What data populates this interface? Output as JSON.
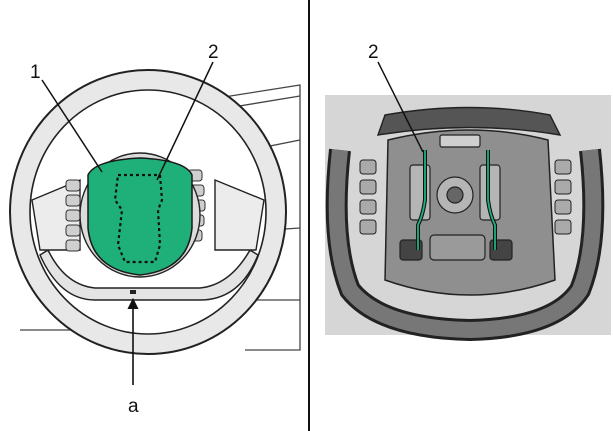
{
  "left_panel": {
    "callouts": {
      "one": "1",
      "two": "2",
      "a": "a"
    }
  },
  "right_panel": {
    "callouts": {
      "two": "2"
    }
  },
  "colors": {
    "airbag_module": "#1fb07a",
    "photo_background": "#d6d6d6",
    "line": "#1a1a1a"
  }
}
